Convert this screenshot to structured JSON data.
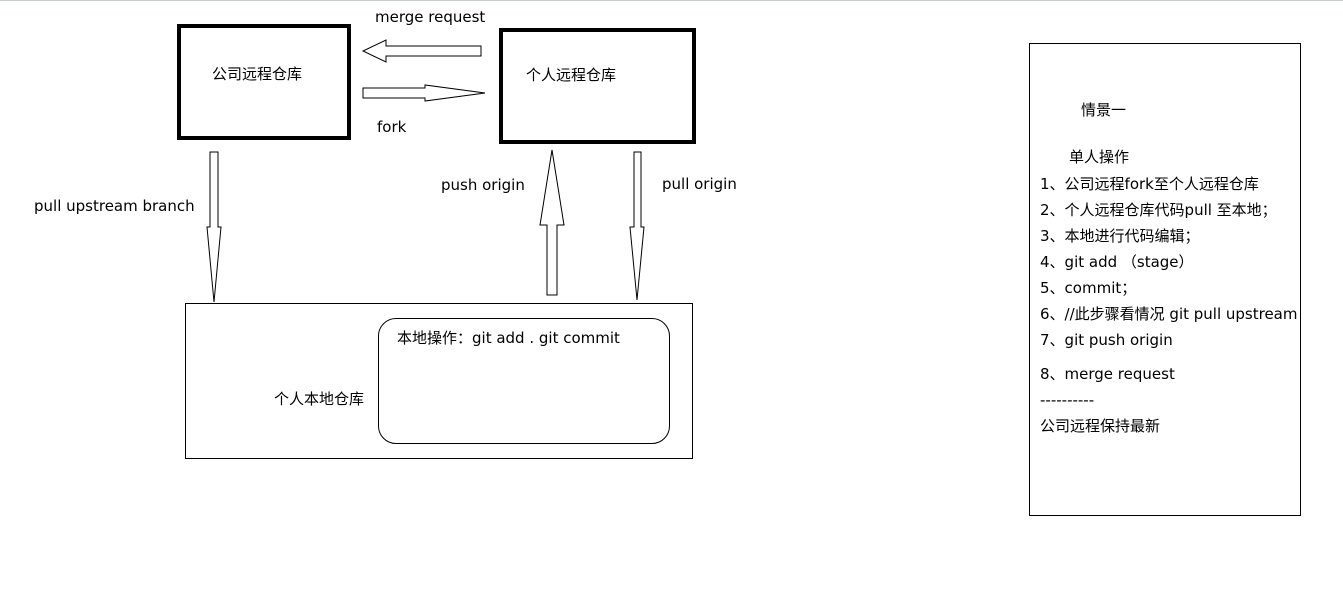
{
  "boxes": {
    "company_remote": "公司远程仓库",
    "personal_remote": "个人远程仓库",
    "personal_local": "个人本地仓库",
    "local_ops": "本地操作：git add .   git commit"
  },
  "arrows": {
    "merge_request": "merge request",
    "fork": "fork",
    "pull_upstream_branch": "pull upstream branch",
    "push_origin": "push origin",
    "pull_origin": "pull origin"
  },
  "notes": {
    "title": "情景一",
    "subtitle": "单人操作",
    "steps": [
      "1、公司远程fork至个人远程仓库",
      "2、个人远程仓库代码pull 至本地；",
      "3、本地进行代码编辑；",
      "4、git add   （stage）",
      "5、commit；",
      "6、//此步骤看情况 git pull upstream",
      "7、git push origin",
      "8、merge request"
    ],
    "separator": "----------",
    "footer": "公司远程保持最新"
  }
}
